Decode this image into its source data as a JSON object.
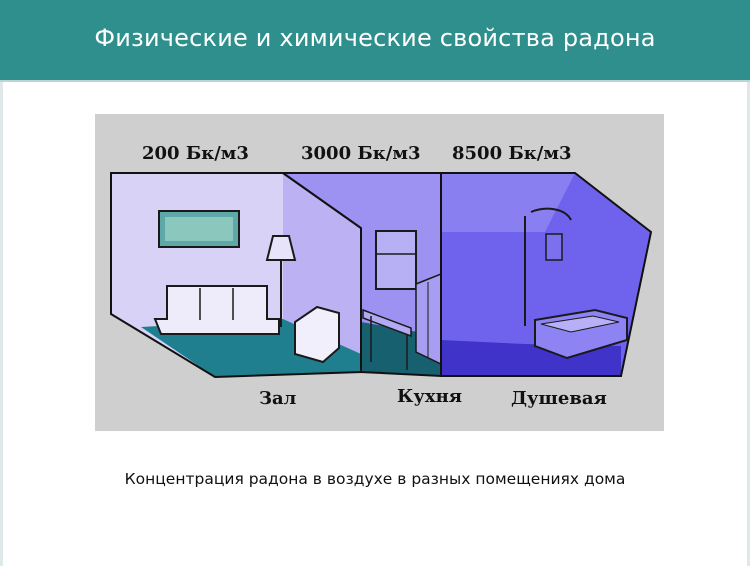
{
  "slide": {
    "title": "Физические и химические свойства радона",
    "caption": "Концентрация радона в воздухе в разных помещениях дома",
    "colors": {
      "title_bar": "#2f8f8c",
      "figure_bg": "#cfcfcf",
      "room_light": "#d6d0f5",
      "room_medium": "#9a8ef0",
      "room_dark": "#6e62ee",
      "floor": "#1f7a8c"
    }
  },
  "figure": {
    "concentrations": [
      {
        "label": "200 Бк/м3"
      },
      {
        "label": "3000 Бк/м3"
      },
      {
        "label": "8500 Бк/м3"
      }
    ],
    "rooms": [
      {
        "label": "Зал"
      },
      {
        "label": "Кухня"
      },
      {
        "label": "Душевая"
      }
    ]
  }
}
